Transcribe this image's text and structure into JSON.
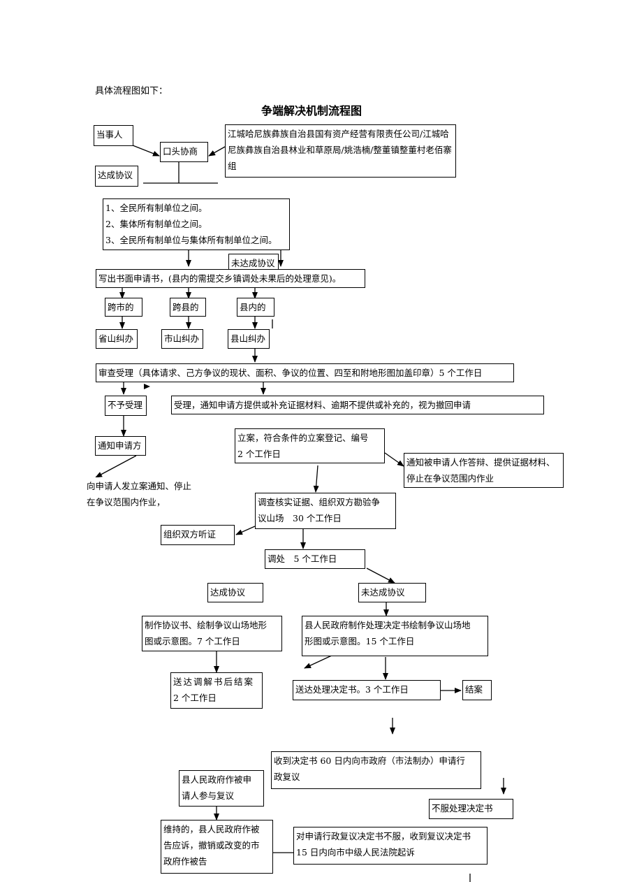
{
  "intro": "具体流程图如下：",
  "title": "争端解决机制流程图",
  "nodes": {
    "dangshiren": "当事人",
    "koutou": "口头协商",
    "parties": "江城哈尼族彝族自治县国有资产经营有限责任公司/江城哈尼族彝族自治县林业和草原局/姚浩楠/整董镇整董村老佰寨组",
    "dacheng1": "达成协议",
    "types": [
      "1、全民所有制单位之间。",
      "2、集体所有制单位之间。",
      "3、全民所有制单位与集体所有制单位之间。"
    ],
    "weidacheng1": "未达成协议",
    "shenqing": "写出书面申请书，(县内的需提交乡镇调处未果后的处理意见)。",
    "kuashi": "跨市的",
    "kuaxian": "跨县的",
    "xiannei": "县内的",
    "sheng": "省山纠办",
    "shi": "市山纠办",
    "xian": "县山纠办",
    "shencha": "审查受理（具体请求、己方争议的现状、面积、争议的位置、四至和附地形图加盖印章）5 个工作日",
    "buyu": "不予受理",
    "shouli": "受理，通知申请方提供或补充证据材料、逾期不提供或补充的，视为撤回申请",
    "tongzhi_sqf": "通知申请方",
    "lian": [
      "立案，符合条件的立案登记、编号",
      "2 个工作日"
    ],
    "tongzhi_bsq": [
      "通知被申请人作答辩、提供证据材料、",
      "停止在争议范围内作业"
    ],
    "fa_lian": [
      "向申请人发立案通知、停止",
      "在争议范围内作业，"
    ],
    "diaocha": [
      "调查核实证据、组织双方勘验争",
      "议山场　30 个工作日"
    ],
    "tingzheng": "组织双方听证",
    "diaochu": "调处　5 个工作日",
    "dacheng2": "达成协议",
    "weidacheng2": "未达成协议",
    "zhizuo": [
      "制作协议书、绘制争议山场地形",
      "图或示意图。7 个工作日"
    ],
    "xianzhengfu_jd": [
      "县人民政府制作处理决定书绘制争议山场地",
      "形图或示意图。15 个工作日"
    ],
    "songda_tj": [
      "送达调解书后结案",
      "2 个工作日"
    ],
    "songda_jd": "送达处理决定书。3 个工作日",
    "jiean": "结案",
    "fuyi": [
      "收到决定书 60 日内向市政府（市法制办）申请行",
      "政复议"
    ],
    "xianzf_bsq": [
      "县人民政府作被申",
      "请人参与复议"
    ],
    "bufu": "不服处理决定书",
    "weichi": [
      "维持的，县人民政府作被",
      "告应诉，撤销或改变的市",
      "政府作被告"
    ],
    "qisu": [
      "对申请行政复议决定书不服，收到复议决定书",
      "15 日内向市中级人民法院起诉"
    ]
  }
}
